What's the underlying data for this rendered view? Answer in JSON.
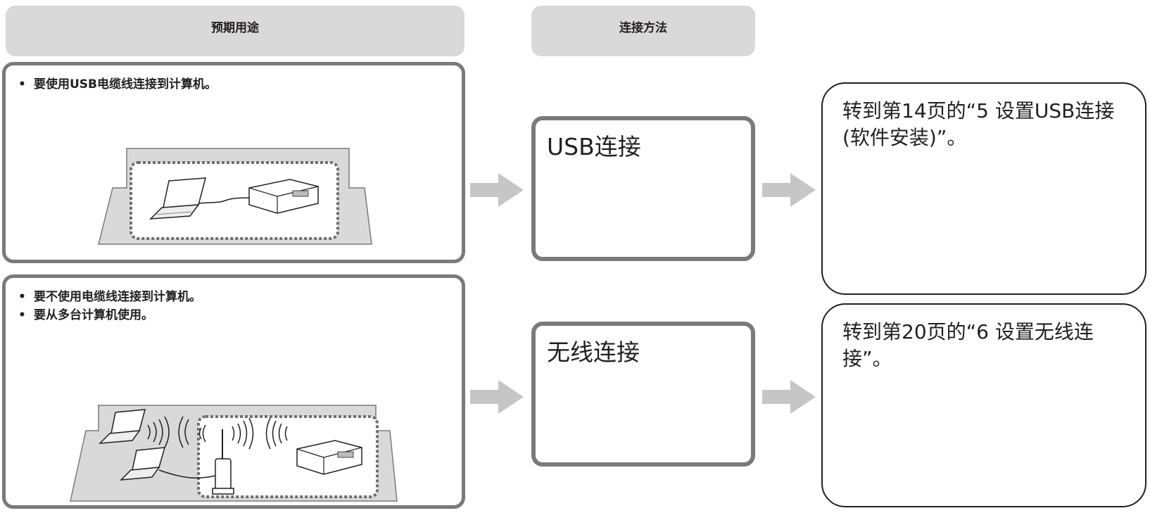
{
  "headers": {
    "usage": "预期用途",
    "method": "连接方法"
  },
  "rows": [
    {
      "bullets": [
        "要使用USB电缆线连接到计算机。"
      ],
      "method": "USB连接",
      "result": "转到第14页的“5 设置USB连接(软件安装)”。"
    },
    {
      "bullets": [
        "要不使用电缆线连接到计算机。",
        "要从多台计算机使用。"
      ],
      "method": "无线连接",
      "result": "转到第20页的“6 设置无线连接”。"
    }
  ],
  "colors": {
    "header_fill": "#d9d9d9",
    "box_border": "#7a7a7a",
    "arrow": "#c6c6c6",
    "house_fill": "#d9d9d9"
  }
}
